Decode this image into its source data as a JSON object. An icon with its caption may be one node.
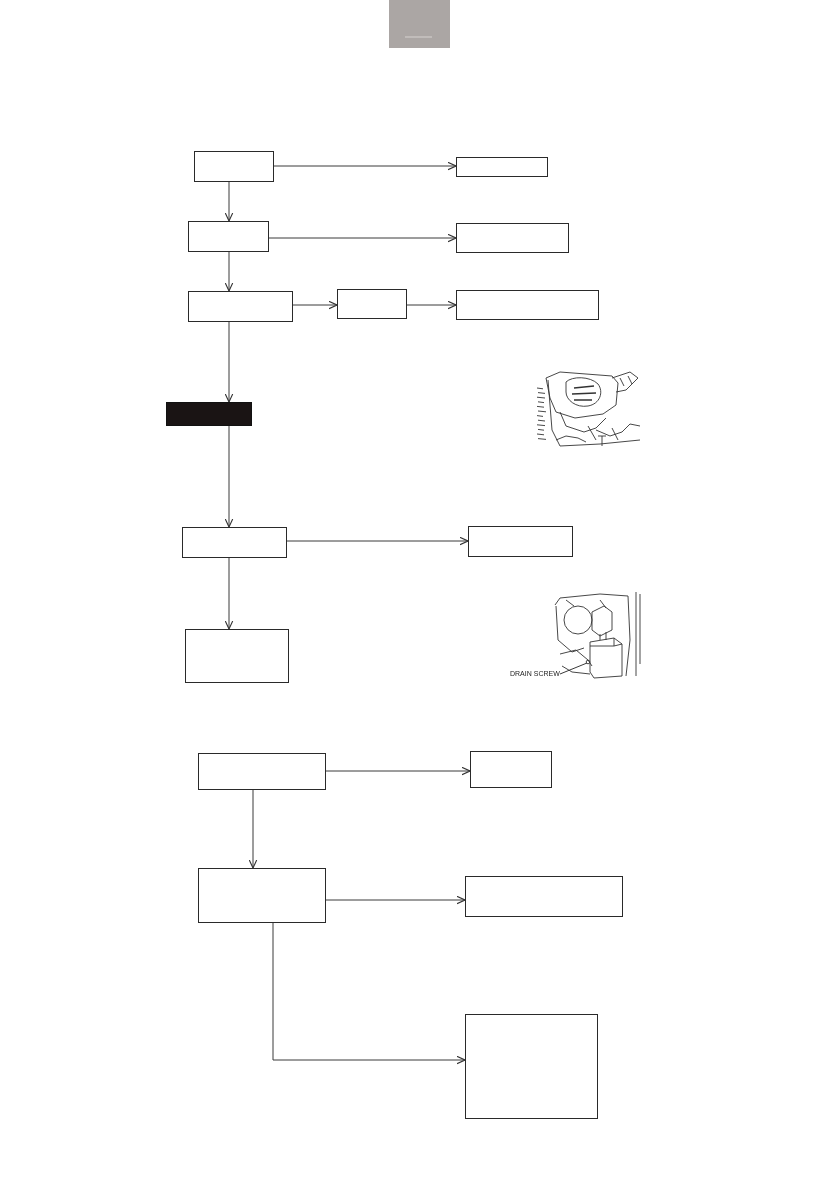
{
  "diagram": {
    "nodes": [
      {
        "text": [],
        "shape": "box"
      },
      {
        "text": [],
        "shape": "box"
      },
      {
        "text": [],
        "shape": "box"
      },
      {
        "text": [],
        "shape": "box"
      },
      {
        "text": [],
        "shape": "box"
      },
      {
        "text": [],
        "shape": "box"
      },
      {
        "text": [],
        "shape": "box"
      },
      {
        "text": [],
        "shape": "bar"
      },
      {
        "text": [],
        "shape": "box"
      },
      {
        "text": [],
        "shape": "box"
      },
      {
        "text": [],
        "shape": "box"
      },
      {
        "text": [
          "DRAIN SCREW"
        ]
      },
      {
        "text": [],
        "shape": "box"
      },
      {
        "text": [],
        "shape": "box"
      },
      {
        "text": [],
        "shape": "box"
      },
      {
        "text": [],
        "shape": "box"
      },
      {
        "text": [],
        "shape": "box"
      }
    ],
    "edges": [
      {
        "from": 0,
        "to": 1,
        "arrow": "to"
      },
      {
        "from": 0,
        "to": 2,
        "arrow": "to"
      },
      {
        "from": 2,
        "to": 3,
        "arrow": "to"
      },
      {
        "from": 2,
        "to": 4,
        "arrow": "to"
      },
      {
        "from": 4,
        "to": 5,
        "arrow": "to"
      },
      {
        "from": 5,
        "to": 6,
        "arrow": "to"
      },
      {
        "from": 4,
        "to": 7,
        "arrow": "to"
      },
      {
        "from": 7,
        "to": 8,
        "arrow": "to"
      },
      {
        "from": 8,
        "to": 9,
        "arrow": "to"
      },
      {
        "from": 8,
        "to": 10,
        "arrow": "to"
      },
      {
        "from": 11,
        "to": null,
        "arrow": "none"
      },
      {
        "from": 12,
        "to": 13,
        "arrow": "to"
      },
      {
        "from": 12,
        "to": 14,
        "arrow": "to"
      },
      {
        "from": 14,
        "to": 15,
        "arrow": "to"
      },
      {
        "from": 14,
        "to": 16,
        "arrow": "to"
      }
    ]
  }
}
